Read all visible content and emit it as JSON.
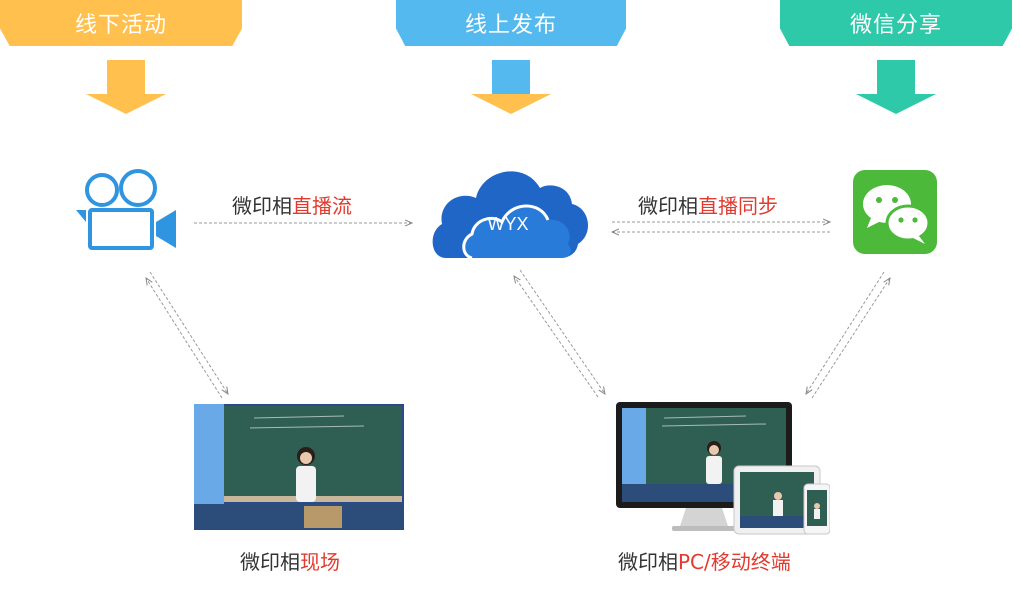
{
  "banners": {
    "offline": "线下活动",
    "online": "线上发布",
    "wechat": "微信分享"
  },
  "cloud_label": "WYX",
  "labels": {
    "stream": {
      "prefix": "微印相",
      "highlight": "直播流"
    },
    "sync": {
      "prefix": "微印相",
      "highlight": "直播同步"
    },
    "onsite": {
      "prefix": "微印相",
      "highlight": "现场"
    },
    "devices": {
      "prefix": "微印相",
      "highlight": "PC/移动终端"
    }
  },
  "colors": {
    "banner_offline": "#ffc04d",
    "banner_online": "#53b9ee",
    "banner_wechat": "#2ec9a8",
    "camera_blue": "#2f95e0",
    "cloud_blue": "#1f66c7",
    "wechat_green": "#4cb93a",
    "highlight_red": "#e23a2e"
  },
  "icons": [
    "camera-icon",
    "cloud-icon",
    "wechat-icon"
  ]
}
